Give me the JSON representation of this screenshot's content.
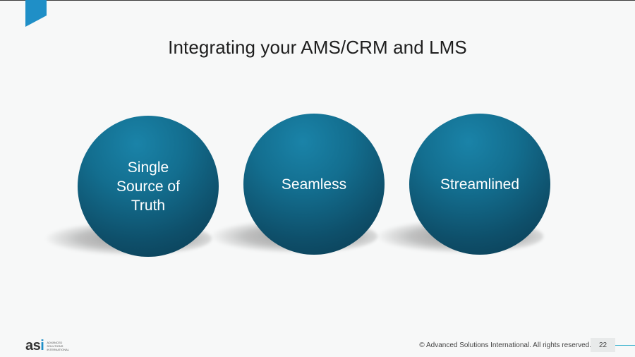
{
  "slide": {
    "title": "Integrating your AMS/CRM and LMS",
    "circles": [
      {
        "label": "Single\nSource of\nTruth"
      },
      {
        "label": "Seamless"
      },
      {
        "label": "Streamlined"
      }
    ]
  },
  "footer": {
    "logo_mark_a": "as",
    "logo_mark_b": "i",
    "logo_text": "ADVANCED\nSOLUTIONS\nINTERNATIONAL",
    "copyright": "© Advanced Solutions International. All rights reserved.",
    "page_number": "22"
  },
  "colors": {
    "accent": "#1f8fc7",
    "circle_dark": "#0e4f6a",
    "circle_light": "#1a83a8"
  }
}
